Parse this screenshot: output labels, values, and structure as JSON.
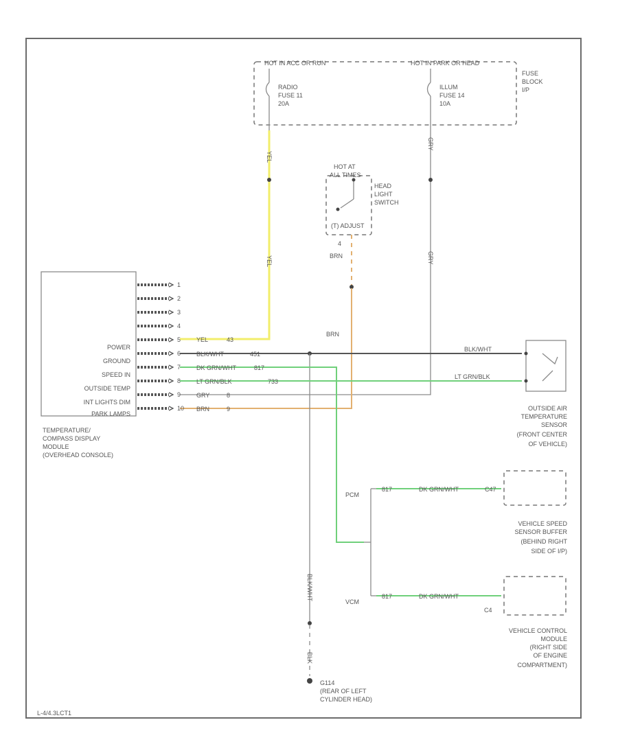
{
  "fuse_block": {
    "hot_left": "HOT IN ACC OR RUN",
    "hot_right": "HOT IN PARK OR HEAD",
    "label": [
      "FUSE",
      "BLOCK",
      "I/P"
    ],
    "fuse_left": [
      "RADIO",
      "FUSE 11",
      "20A"
    ],
    "fuse_right": [
      "ILLUM",
      "FUSE 14",
      "10A"
    ]
  },
  "headlight_switch": {
    "hot_label": [
      "HOT AT",
      "ALL TIMES"
    ],
    "label": [
      "HEAD",
      "LIGHT",
      "SWITCH"
    ],
    "adjust_label": "(T) ADJUST",
    "pin": "4",
    "wire": "BRN"
  },
  "wire_labels": {
    "yel_top": "YEL",
    "yel_mid": "YEL",
    "gry_top": "GRY",
    "gry_mid": "GRY",
    "brn_mid": "BRN",
    "blk_ground_v": "BLK/WHT",
    "blk_ground_low": "BLK"
  },
  "module": {
    "inputs": [
      "POWER",
      "GROUND",
      "SPEED IN",
      "OUTSIDE TEMP",
      "INT LIGHTS DIM",
      "PARK LAMPS"
    ],
    "pins": [
      "1",
      "2",
      "3",
      "4",
      "5",
      "6",
      "7",
      "8",
      "9",
      "10"
    ],
    "name": [
      "TEMPERATURE/",
      "COMPASS DISPLAY",
      "MODULE",
      "(OVERHEAD CONSOLE)"
    ]
  },
  "module_wires": [
    {
      "color": "YEL",
      "code": "43"
    },
    {
      "color": "BLK/WHT",
      "code": "451"
    },
    {
      "color": "DK GRN/WHT",
      "code": "817"
    },
    {
      "color": "LT GRN/BLK",
      "code": "733"
    },
    {
      "color": "GRY",
      "code": "8"
    },
    {
      "color": "BRN",
      "code": "9"
    }
  ],
  "outside_sensor": {
    "wire_top": "BLK/WHT",
    "wire_bottom": "LT GRN/BLK",
    "label": [
      "OUTSIDE AIR",
      "TEMPERATURE",
      "SENSOR",
      "(FRONT CENTER",
      "OF VEHICLE)"
    ]
  },
  "pcm_branch": {
    "tag": "PCM",
    "circuit_left": "817",
    "wire": "DK GRN/WHT",
    "circuit_right": "C47",
    "label": [
      "VEHICLE SPEED",
      "SENSOR BUFFER",
      "(BEHIND RIGHT",
      "SIDE OF I/P)"
    ]
  },
  "vcm_branch": {
    "tag": "VCM",
    "circuit_left": "817",
    "wire": "DK GRN/WHT",
    "pin": "C4",
    "label": [
      "VEHICLE CONTROL",
      "MODULE",
      "(RIGHT SIDE",
      "OF ENGINE",
      "COMPARTMENT)"
    ]
  },
  "ground": {
    "label": [
      "G114",
      "(REAR OF LEFT",
      "CYLINDER HEAD)"
    ]
  },
  "footer_code": "L-4/4.3LCT1"
}
